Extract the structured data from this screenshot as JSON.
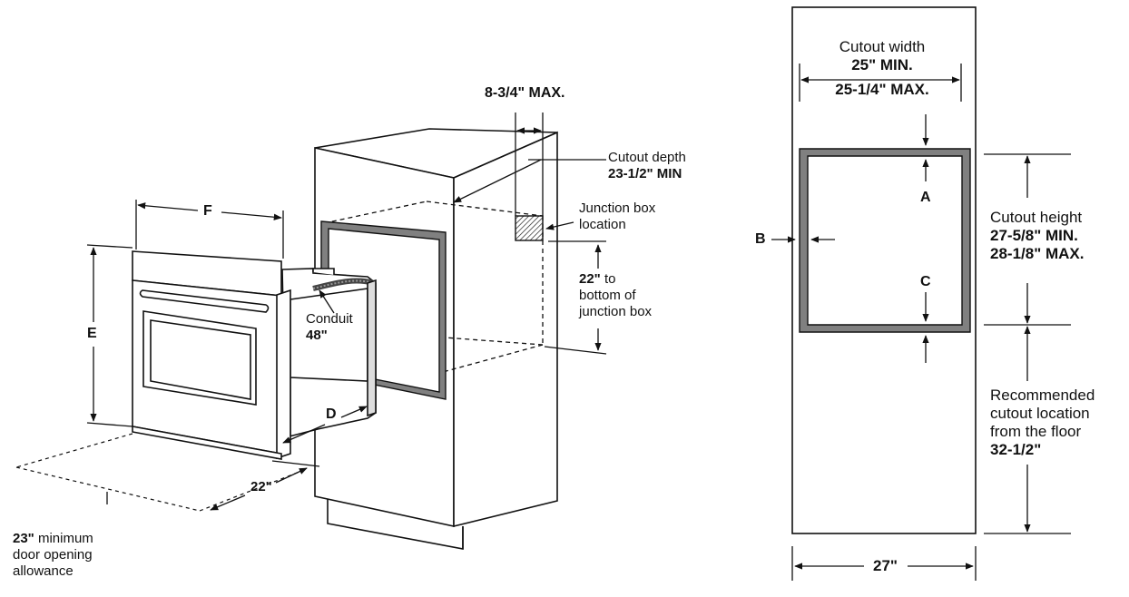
{
  "dims": {
    "top_max": "8-3/4\" MAX.",
    "cutout_depth_title": "Cutout depth",
    "cutout_depth_value": "23-1/2\" MIN",
    "junction_line1": "Junction box",
    "junction_line2": "location",
    "jb_height_value": "22\"",
    "jb_height_to": "to",
    "jb_height_line2": "bottom of",
    "jb_height_line3": "junction box",
    "conduit_label": "Conduit",
    "conduit_value": "48\"",
    "depth_22": "22\"",
    "door_value": "23\"",
    "door_text1": "minimum",
    "door_line2": "door opening",
    "door_line3": "allowance",
    "letter_f": "F",
    "letter_e": "E",
    "letter_d": "D"
  },
  "cutout": {
    "width_title": "Cutout width",
    "width_min": "25\" MIN.",
    "width_max": "25-1/4\" MAX.",
    "height_title": "Cutout height",
    "height_min": "27-5/8\" MIN.",
    "height_max": "28-1/8\" MAX.",
    "rec_line1": "Recommended",
    "rec_line2": "cutout location",
    "rec_line3": "from the floor",
    "rec_value": "32-1/2\"",
    "cabinet_width": "27\"",
    "letter_a": "A",
    "letter_b": "B",
    "letter_c": "C"
  }
}
